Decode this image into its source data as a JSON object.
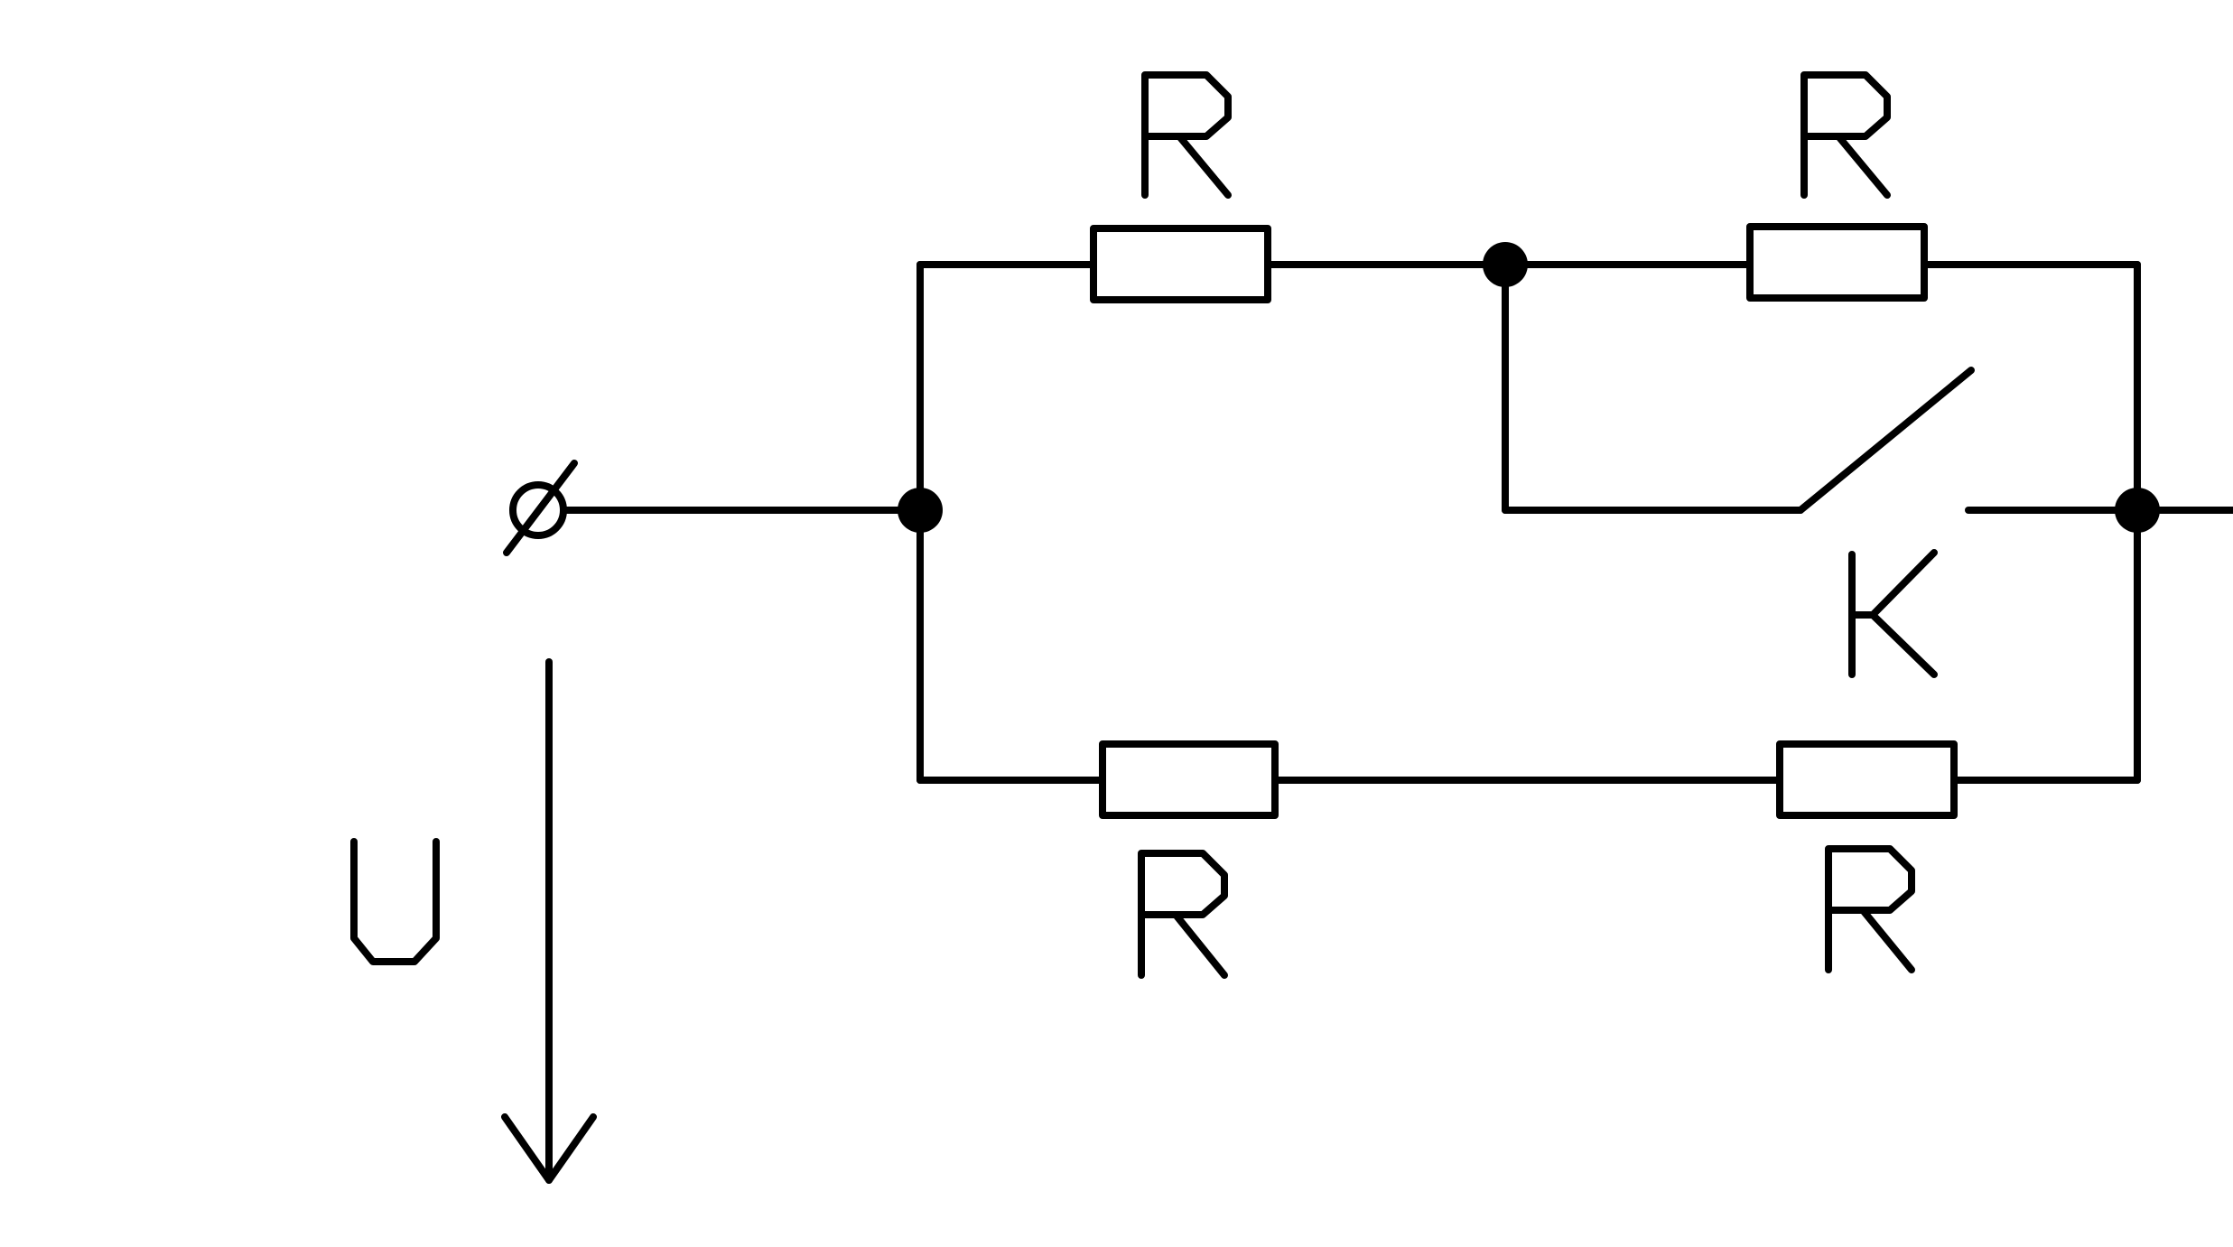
{
  "labels": {
    "resistor_top_left": "R",
    "resistor_top_right": "R",
    "resistor_bottom_left": "R",
    "resistor_bottom_right": "R",
    "switch": "K",
    "voltage": "U"
  }
}
